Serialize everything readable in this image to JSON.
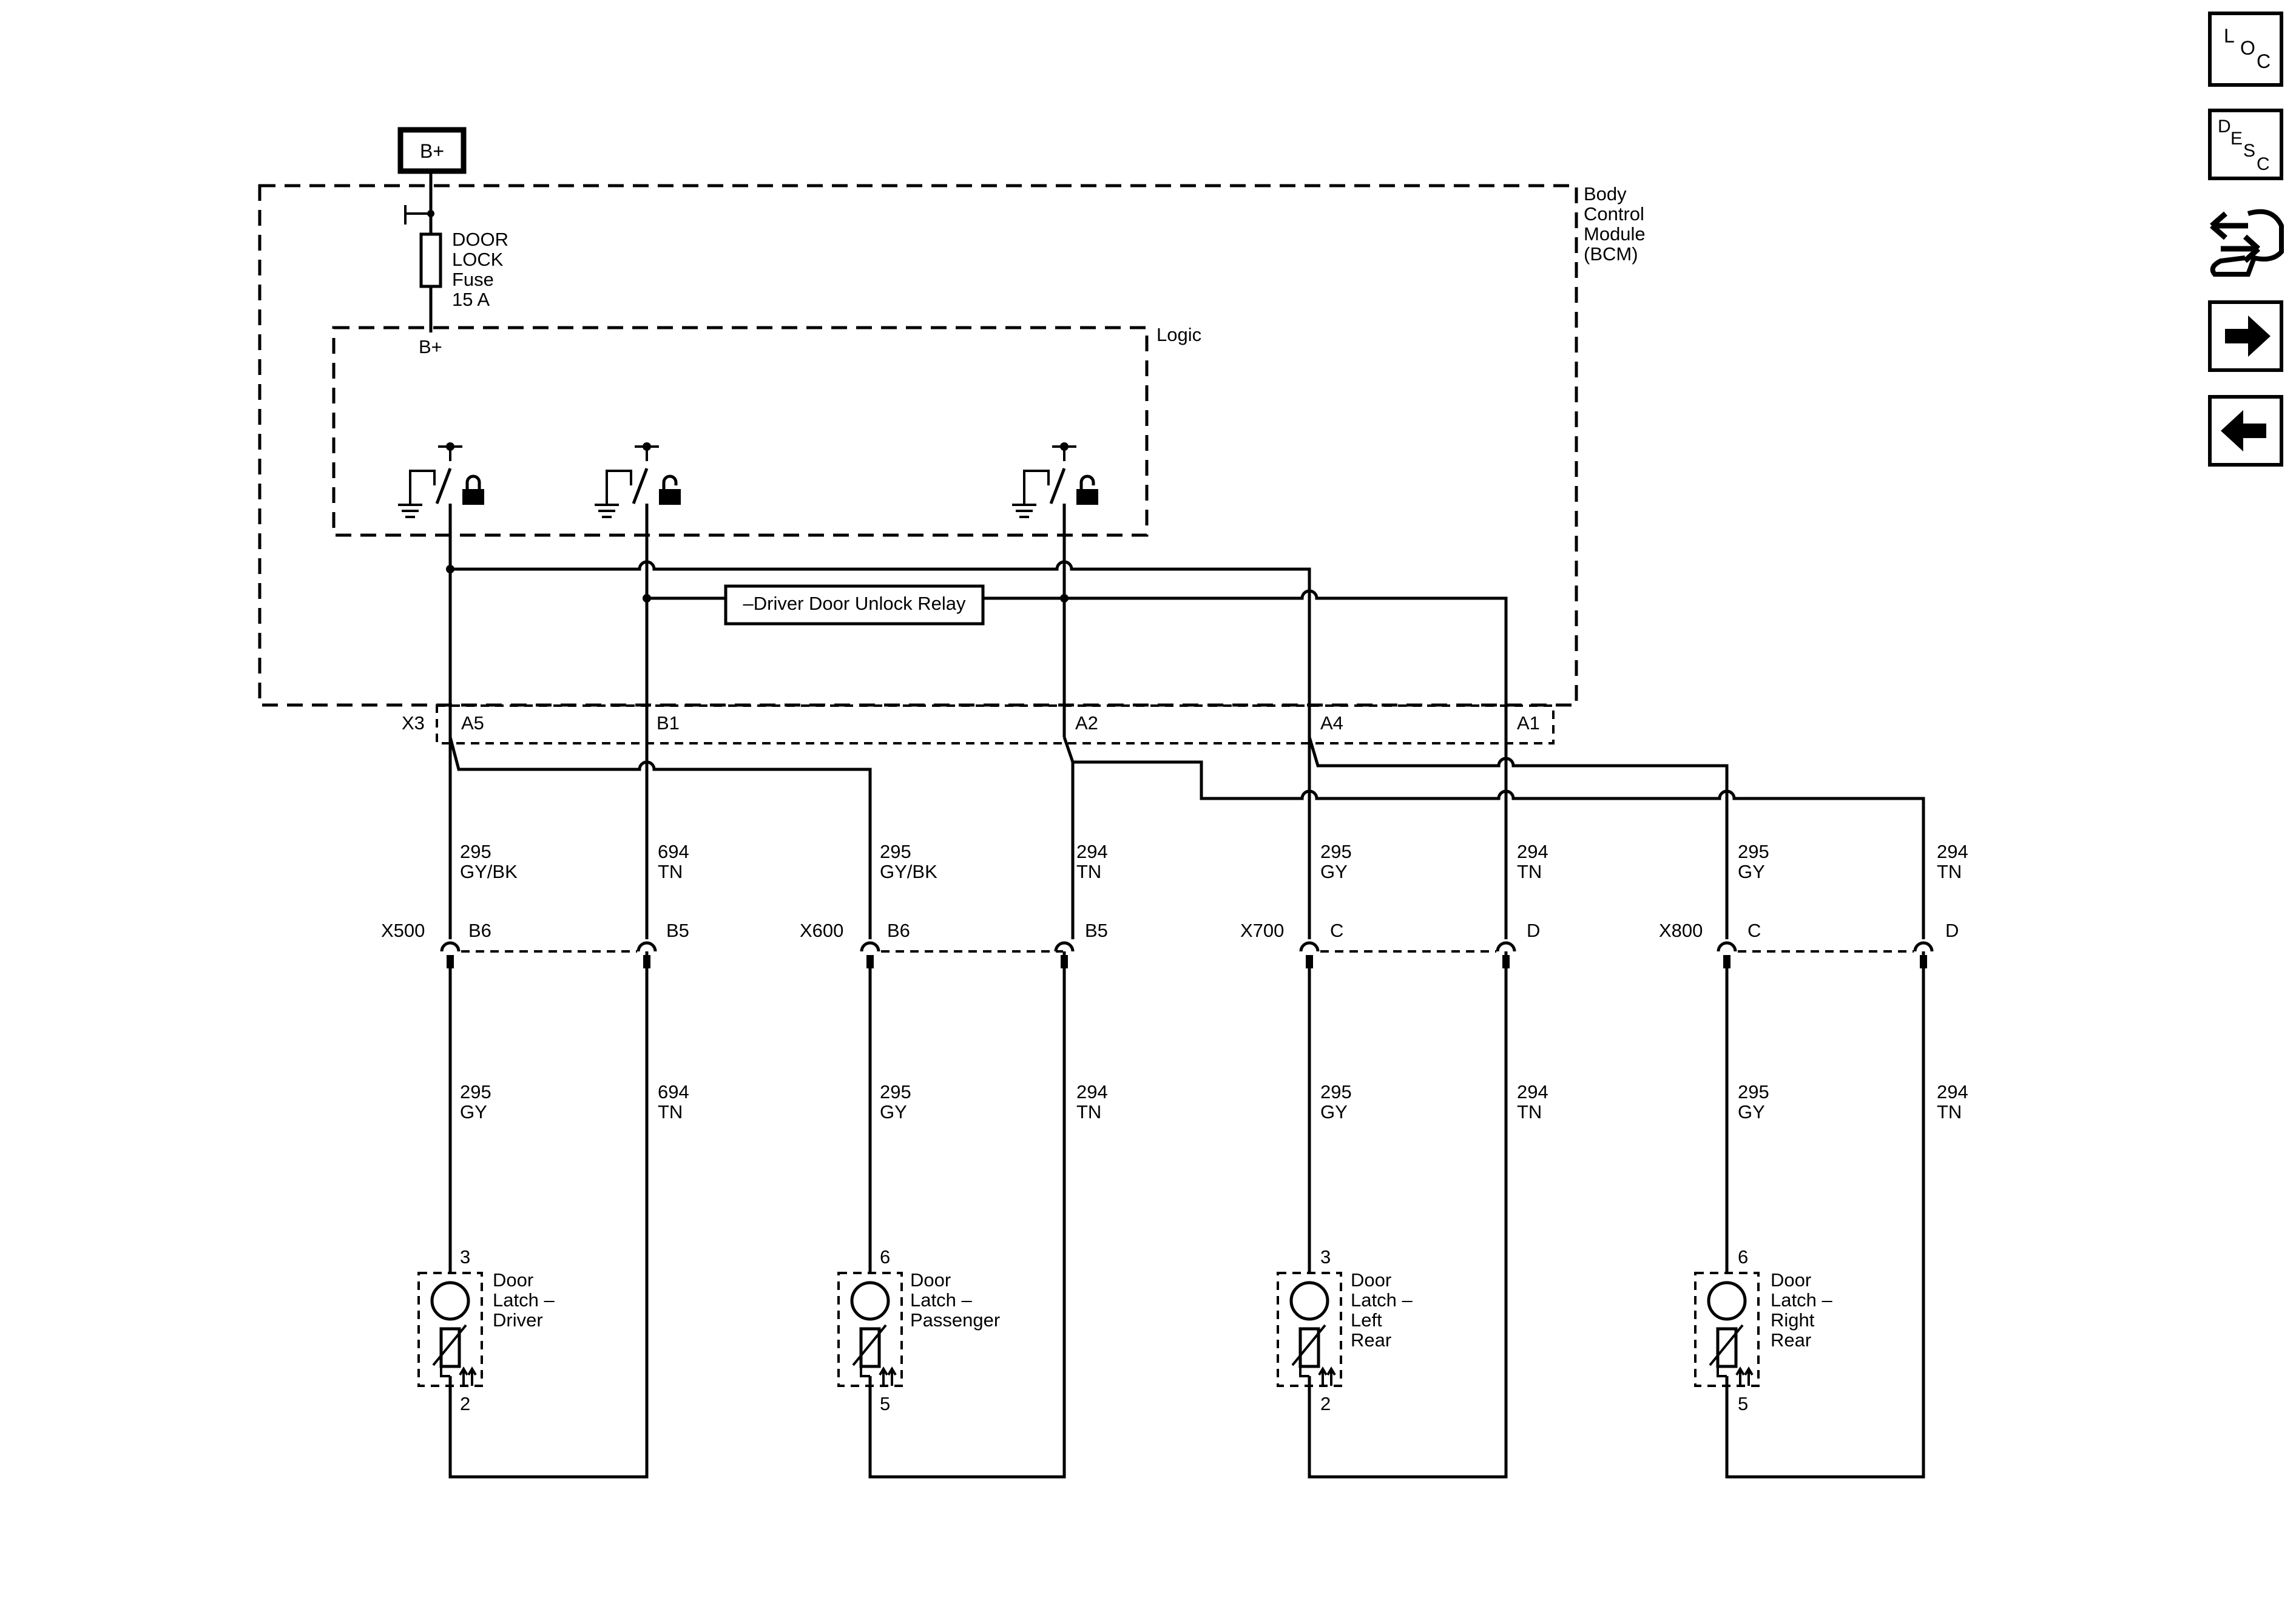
{
  "nav": {
    "loc_letters": [
      "L",
      "O",
      "C"
    ],
    "desc_letters": [
      "D",
      "E",
      "S",
      "C"
    ],
    "icons": [
      "connector-view-icon",
      "next-arrow-icon",
      "previous-arrow-icon"
    ]
  },
  "power": {
    "source": "B+",
    "fuse_lines": [
      "DOOR",
      "LOCK",
      "Fuse",
      "15 A"
    ],
    "logic_feed": "B+"
  },
  "module": {
    "name_lines": [
      "Body",
      "Control",
      "Module",
      "(BCM)"
    ],
    "logic_label": "Logic",
    "relay_label": "–Driver Door Unlock Relay",
    "connector": "X3",
    "pins": [
      "A5",
      "B1",
      "A2",
      "A4",
      "A1"
    ]
  },
  "harness_upper": [
    {
      "circuit": "295",
      "color": "GY/BK"
    },
    {
      "circuit": "694",
      "color": "TN"
    },
    {
      "circuit": "295",
      "color": "GY/BK"
    },
    {
      "circuit": "294",
      "color": "TN"
    },
    {
      "circuit": "295",
      "color": "GY"
    },
    {
      "circuit": "294",
      "color": "TN"
    },
    {
      "circuit": "295",
      "color": "GY"
    },
    {
      "circuit": "294",
      "color": "TN"
    }
  ],
  "inline_connectors": [
    {
      "name": "X500",
      "pins": [
        "B6",
        "B5"
      ]
    },
    {
      "name": "X600",
      "pins": [
        "B6",
        "B5"
      ]
    },
    {
      "name": "X700",
      "pins": [
        "C",
        "D"
      ]
    },
    {
      "name": "X800",
      "pins": [
        "C",
        "D"
      ]
    }
  ],
  "harness_lower": [
    {
      "circuit": "295",
      "color": "GY"
    },
    {
      "circuit": "694",
      "color": "TN"
    },
    {
      "circuit": "295",
      "color": "GY"
    },
    {
      "circuit": "294",
      "color": "TN"
    },
    {
      "circuit": "295",
      "color": "GY"
    },
    {
      "circuit": "294",
      "color": "TN"
    },
    {
      "circuit": "295",
      "color": "GY"
    },
    {
      "circuit": "294",
      "color": "TN"
    }
  ],
  "latches": [
    {
      "label_lines": [
        "Door",
        "Latch –",
        "Driver"
      ],
      "pin_top": "3",
      "pin_bottom": "2"
    },
    {
      "label_lines": [
        "Door",
        "Latch –",
        "Passenger"
      ],
      "pin_top": "6",
      "pin_bottom": "5"
    },
    {
      "label_lines": [
        "Door",
        "Latch –",
        "Left",
        "Rear"
      ],
      "pin_top": "3",
      "pin_bottom": "2"
    },
    {
      "label_lines": [
        "Door",
        "Latch –",
        "Right",
        "Rear"
      ],
      "pin_top": "6",
      "pin_bottom": "5"
    }
  ],
  "motor_symbol": "M"
}
